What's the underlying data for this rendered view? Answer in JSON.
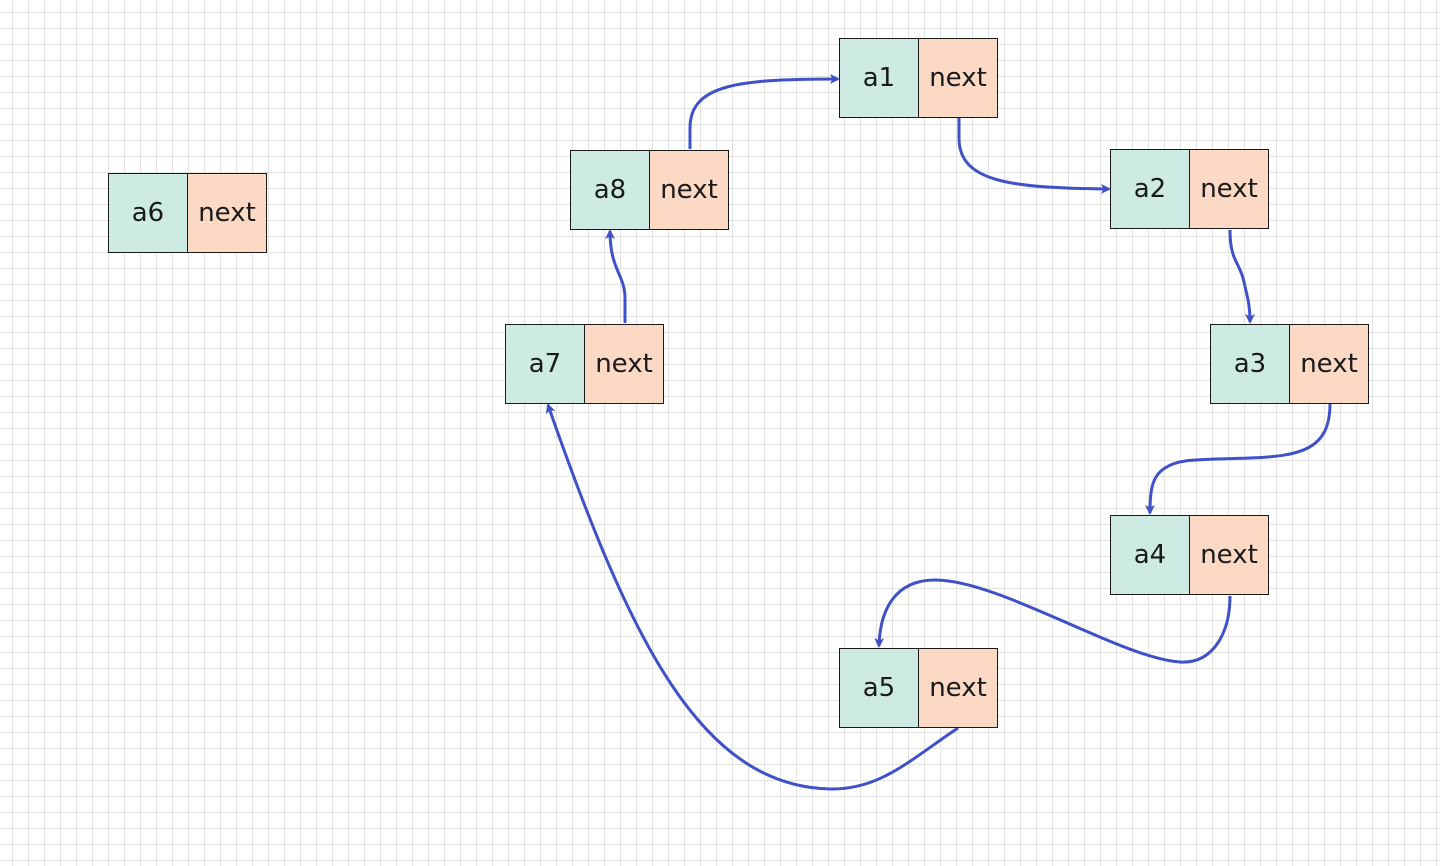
{
  "colors": {
    "data_fill": "#cdebe2",
    "next_fill": "#fcd9c4",
    "edge": "#3f51c8"
  },
  "nodes": [
    {
      "id": "a1",
      "label": "a1",
      "pointer": "next"
    },
    {
      "id": "a2",
      "label": "a2",
      "pointer": "next"
    },
    {
      "id": "a3",
      "label": "a3",
      "pointer": "next"
    },
    {
      "id": "a4",
      "label": "a4",
      "pointer": "next"
    },
    {
      "id": "a5",
      "label": "a5",
      "pointer": "next"
    },
    {
      "id": "a6",
      "label": "a6",
      "pointer": "next"
    },
    {
      "id": "a7",
      "label": "a7",
      "pointer": "next"
    },
    {
      "id": "a8",
      "label": "a8",
      "pointer": "next"
    }
  ],
  "edges": [
    {
      "from": "a1",
      "to": "a2"
    },
    {
      "from": "a2",
      "to": "a3"
    },
    {
      "from": "a3",
      "to": "a4"
    },
    {
      "from": "a4",
      "to": "a5"
    },
    {
      "from": "a5",
      "to": "a7"
    },
    {
      "from": "a7",
      "to": "a8"
    },
    {
      "from": "a8",
      "to": "a1"
    }
  ]
}
